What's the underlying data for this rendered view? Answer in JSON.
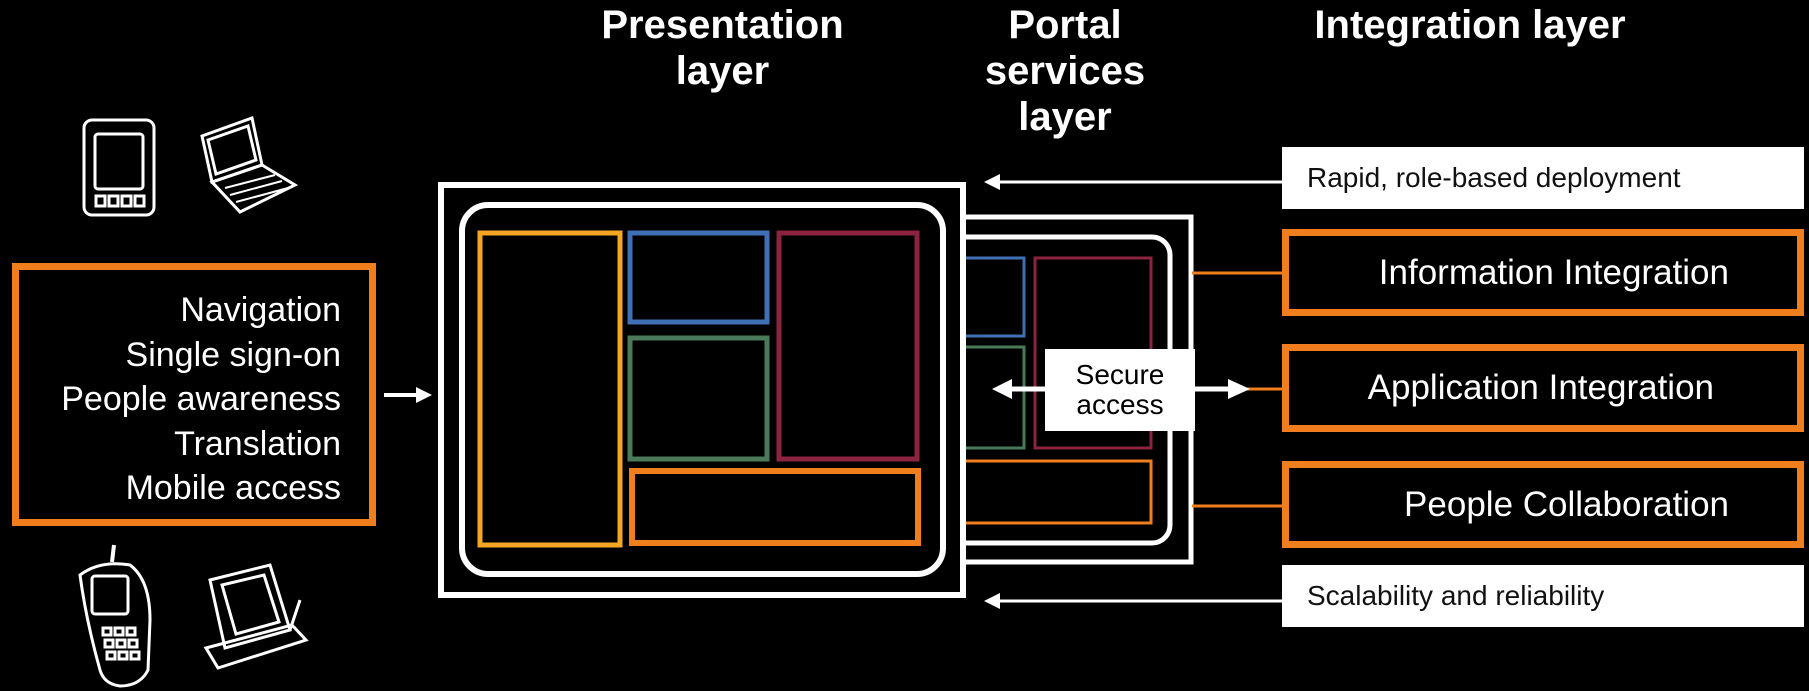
{
  "headers": {
    "presentation": [
      "Presentation",
      "layer"
    ],
    "portal": [
      "Portal",
      "services",
      "layer"
    ],
    "integration": "Integration layer"
  },
  "features": [
    "Navigation",
    "Single sign-on",
    "People awareness",
    "Translation",
    "Mobile access"
  ],
  "secure_access": [
    "Secure",
    "access"
  ],
  "integration_boxes": {
    "rapid": "Rapid, role-based deployment",
    "information": "Information Integration",
    "application": "Application Integration",
    "people": "People Collaboration",
    "scalability": "Scalability and reliability"
  },
  "colors": {
    "background": "#000000",
    "accent_orange": "#f07e1c",
    "yellow": "#f5a623",
    "blue": "#3f6fb5",
    "red": "#8c2340",
    "green": "#4a7a5a"
  },
  "icons": [
    "pda-icon",
    "laptop-icon",
    "mobile-phone-icon",
    "desktop-computer-icon"
  ]
}
